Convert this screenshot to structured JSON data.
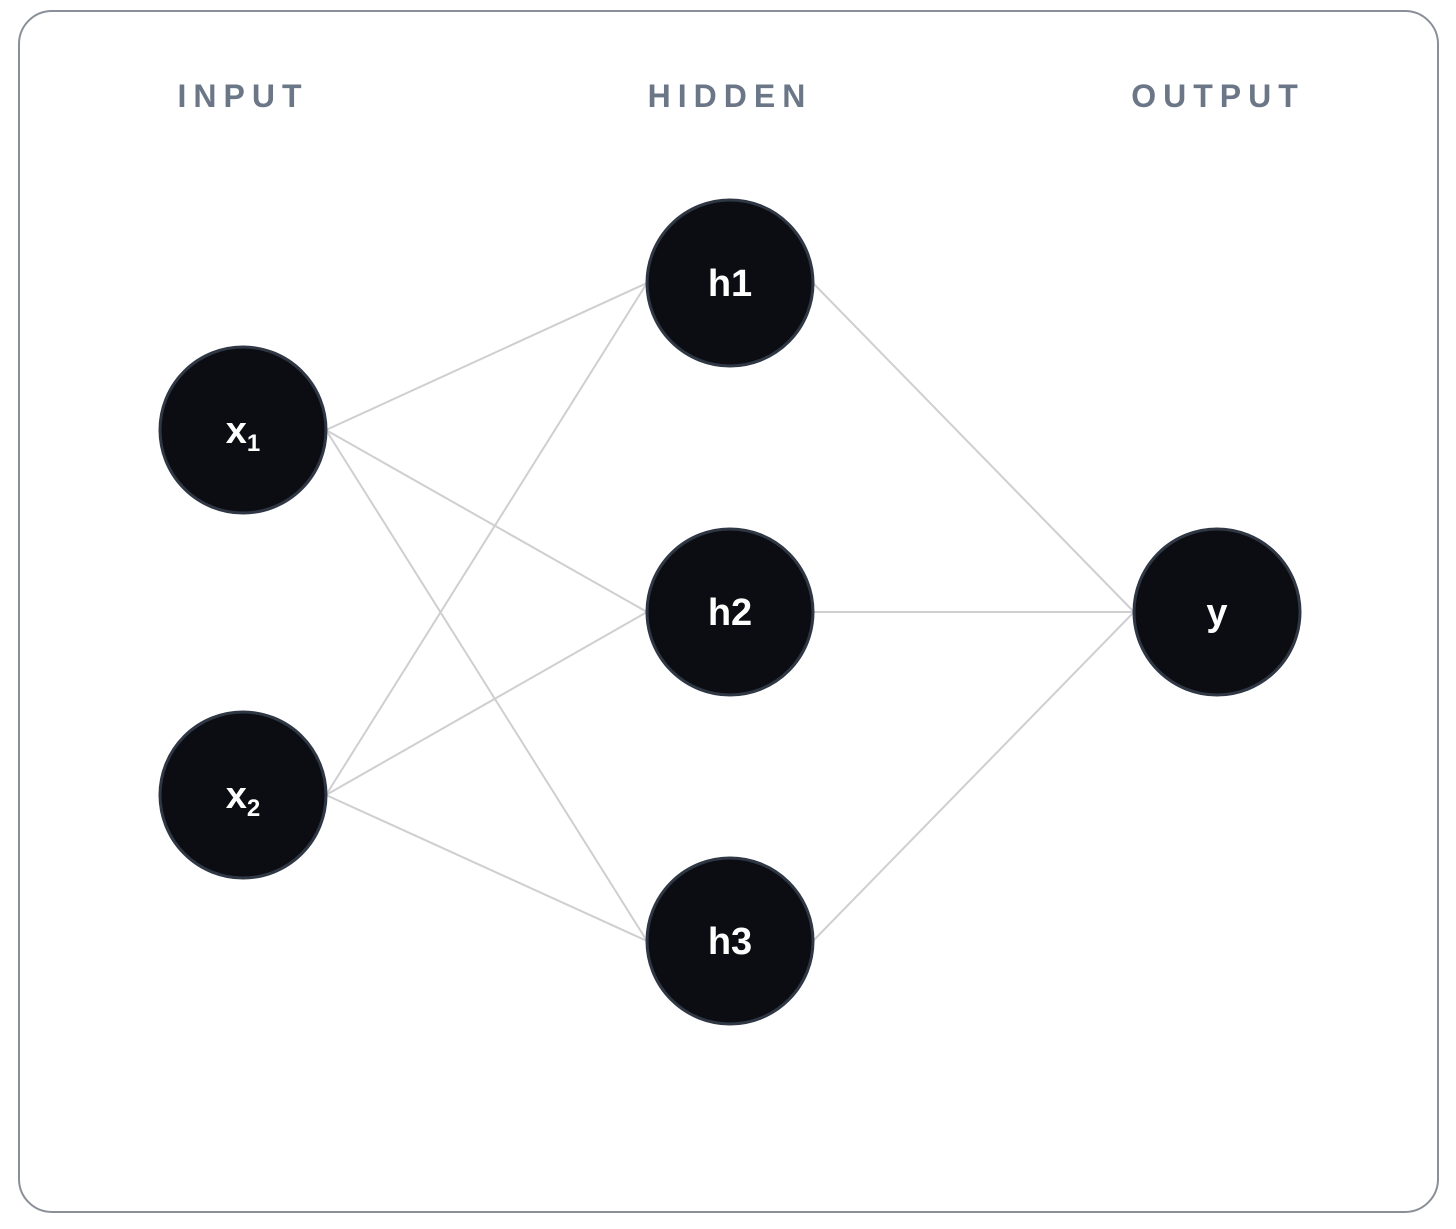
{
  "layers": {
    "input": "INPUT",
    "hidden": "HIDDEN",
    "output": "OUTPUT"
  },
  "nodes": [
    {
      "id": "x1",
      "base": "x",
      "sub": "1",
      "layer": "input"
    },
    {
      "id": "x2",
      "base": "x",
      "sub": "2",
      "layer": "input"
    },
    {
      "id": "h1",
      "base": "h1",
      "sub": "",
      "layer": "hidden"
    },
    {
      "id": "h2",
      "base": "h2",
      "sub": "",
      "layer": "hidden"
    },
    {
      "id": "h3",
      "base": "h3",
      "sub": "",
      "layer": "hidden"
    },
    {
      "id": "y",
      "base": "y",
      "sub": "",
      "layer": "output"
    }
  ],
  "edges": [
    [
      "x1",
      "h1"
    ],
    [
      "x1",
      "h2"
    ],
    [
      "x1",
      "h3"
    ],
    [
      "x2",
      "h1"
    ],
    [
      "x2",
      "h2"
    ],
    [
      "x2",
      "h3"
    ],
    [
      "h1",
      "y"
    ],
    [
      "h2",
      "y"
    ],
    [
      "h3",
      "y"
    ]
  ],
  "colors": {
    "node_fill": "#0b0d12",
    "edge": "#cfcfd2",
    "label": "#6b7687",
    "border": "#8a8f98"
  }
}
